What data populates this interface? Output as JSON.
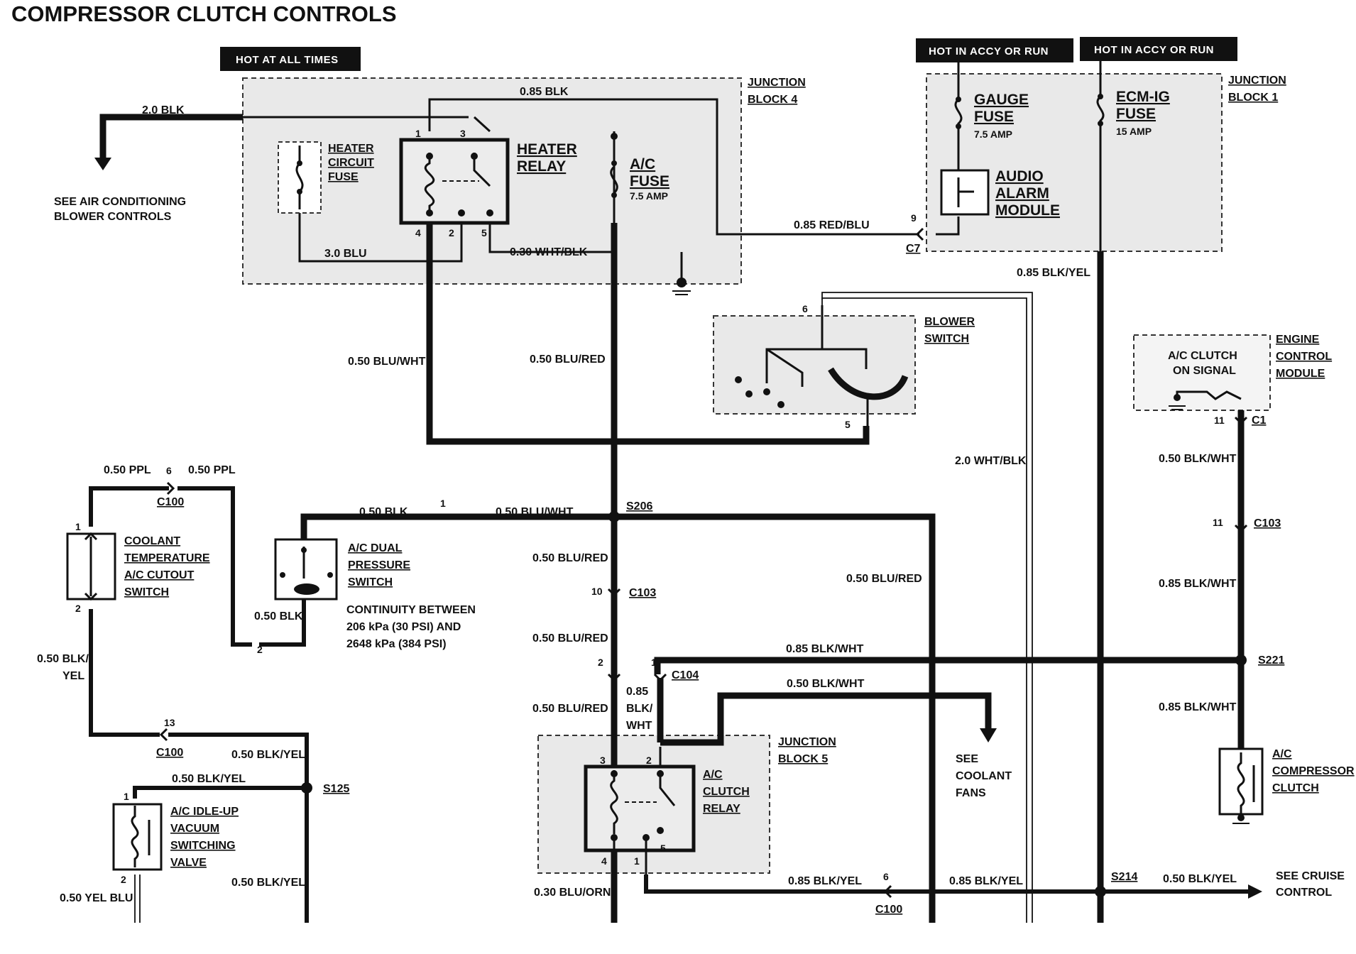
{
  "title": "COMPRESSOR CLUTCH CONTROLS",
  "power_labels": {
    "hot_at_all_times": "HOT AT ALL TIMES",
    "hot_accy_run_1": "HOT IN ACCY OR RUN",
    "hot_accy_run_2": "HOT IN ACCY OR RUN"
  },
  "junction_blocks": {
    "jb4": [
      "JUNCTION",
      "BLOCK 4"
    ],
    "jb1": [
      "JUNCTION",
      "BLOCK 1"
    ],
    "jb5": [
      "JUNCTION",
      "BLOCK 5"
    ]
  },
  "components": {
    "heater_circuit_fuse": [
      "HEATER",
      "CIRCUIT",
      "FUSE"
    ],
    "heater_relay": [
      "HEATER",
      "RELAY"
    ],
    "ac_fuse": [
      "A/C",
      "FUSE"
    ],
    "ac_fuse_rating": "7.5 AMP",
    "gauge_fuse": [
      "GAUGE",
      "FUSE"
    ],
    "gauge_fuse_rating": "7.5 AMP",
    "ecm_ig_fuse": [
      "ECM-IG",
      "FUSE"
    ],
    "ecm_ig_fuse_rating": "15 AMP",
    "audio_alarm_module": [
      "AUDIO",
      "ALARM",
      "MODULE"
    ],
    "blower_switch": [
      "BLOWER",
      "SWITCH"
    ],
    "ecm": [
      "ENGINE",
      "CONTROL",
      "MODULE"
    ],
    "ac_clutch_on_signal": [
      "A/C CLUTCH",
      "ON SIGNAL"
    ],
    "coolant_cutout_switch": [
      "COOLANT",
      "TEMPERATURE",
      "A/C CUTOUT",
      "SWITCH"
    ],
    "dual_pressure_switch": [
      "A/C DUAL",
      "PRESSURE",
      "SWITCH"
    ],
    "idle_up_valve": [
      "A/C IDLE-UP",
      "VACUUM",
      "SWITCHING",
      "VALVE"
    ],
    "ac_clutch_relay": [
      "A/C",
      "CLUTCH",
      "RELAY"
    ],
    "ac_compressor_clutch": [
      "A/C",
      "COMPRESSOR",
      "CLUTCH"
    ]
  },
  "notes": {
    "see_ac_blower": [
      "SEE AIR CONDITIONING",
      "BLOWER CONTROLS"
    ],
    "continuity": [
      "CONTINUITY BETWEEN",
      "206 kPa (30 PSI) AND",
      "2648 kPa (384 PSI)"
    ],
    "see_coolant_fans": [
      "SEE",
      "COOLANT",
      "FANS"
    ],
    "see_cruise": [
      "SEE CRUISE",
      "CONTROL"
    ]
  },
  "wires": {
    "w_20blk": "2.0 BLK",
    "w_085blk": "0.85 BLK",
    "w_30blu": "3.0 BLU",
    "w_030whtblk": "0.30 WHT/BLK",
    "w_085redblu": "0.85 RED/BLU",
    "w_085blkyel_top": "0.85 BLK/YEL",
    "w_050bluwht_left": "0.50 BLU/WHT",
    "w_050blured_top": "0.50 BLU/RED",
    "w_20whtblk": "2.0 WHT/BLK",
    "w_050blkwht_ecm": "0.50 BLK/WHT",
    "w_085blkwht_mid": "0.85 BLK/WHT",
    "w_050ppl_a": "0.50 PPL",
    "w_050ppl_b": "0.50 PPL",
    "w_050blk_dual": "0.50 BLK",
    "w_050bluwht_s206": "0.50 BLU/WHT",
    "w_050blured_s206": "0.50 BLU/RED",
    "w_050blured_right": "0.50 BLU/RED",
    "w_050blk_lower": "0.50 BLK",
    "w_050blkyel_left": [
      "0.50 BLK/",
      "YEL"
    ],
    "w_050blured_c103": "0.50 BLU/RED",
    "w_085blkwht_s221": "0.85 BLK/WHT",
    "w_085_blk_wht": [
      "0.85",
      "BLK/",
      "WHT"
    ],
    "w_050blkwht_fans": "0.50 BLK/WHT",
    "w_050blured_jb5": "0.50 BLU/RED",
    "w_085blkwht_clutch": "0.85 BLK/WHT",
    "w_050blkyel_c100": "0.50 BLK/YEL",
    "w_050blkyel_s125": "0.50 BLK/YEL",
    "w_050blkyel_bot": "0.50 BLK/YEL",
    "w_050yelblu": "0.50 YEL BLU",
    "w_030bluorn": "0.30 BLU/ORN",
    "w_085blkyel_c100": "0.85 BLK/YEL",
    "w_085blkyel_s214": "0.85 BLK/YEL",
    "w_050blkyel_cruise": "0.50 BLK/YEL"
  },
  "connectors": {
    "c7": "C7",
    "c1": "C1",
    "c103_right": "C103",
    "c100_top": "C100",
    "c103_mid": "C103",
    "c104": "C104",
    "c100_left": "C100",
    "c100_bottom": "C100"
  },
  "splices": {
    "s206": "S206",
    "s221": "S221",
    "s125": "S125",
    "s214": "S214"
  },
  "pins": {
    "c7_9": "9",
    "c1_11": "11",
    "c103_11": "11",
    "blower_6": "6",
    "blower_5": "5",
    "c100_6": "6",
    "dual_1": "1",
    "dual_2": "2",
    "coolant_1": "1",
    "coolant_2": "2",
    "c103_10": "10",
    "c104_2": "2",
    "c104_1": "1",
    "c100_13": "13",
    "valve_1": "1",
    "valve_2": "2",
    "relay_4": "4",
    "relay_1": "1",
    "c100_bot_6": "6",
    "hr_1": "1",
    "hr_3": "3",
    "hr_4": "4",
    "hr_2": "2",
    "hr_5": "5",
    "cr_3": "3",
    "cr_2": "2",
    "cr_5": "5"
  }
}
